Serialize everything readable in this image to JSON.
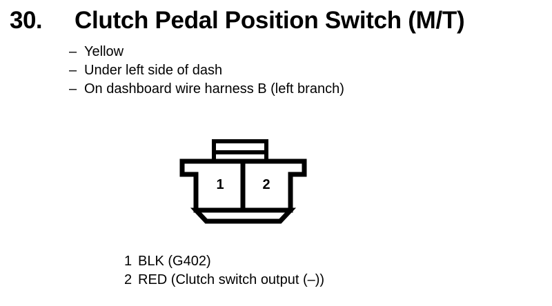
{
  "heading": {
    "number": "30.",
    "title": "Clutch Pedal Position Switch (M/T)"
  },
  "bullets": [
    {
      "dash": "–",
      "text": "Yellow"
    },
    {
      "dash": "–",
      "text": "Under left side of dash"
    },
    {
      "dash": "–",
      "text": "On dashboard wire harness B (left branch)"
    }
  ],
  "connector": {
    "pins": [
      {
        "number": "1"
      },
      {
        "number": "2"
      }
    ],
    "stroke_color": "#000000",
    "fill_color": "#ffffff"
  },
  "legend": [
    {
      "number": "1",
      "description": "BLK (G402)"
    },
    {
      "number": "2",
      "description": "RED (Clutch switch output (–))"
    }
  ]
}
